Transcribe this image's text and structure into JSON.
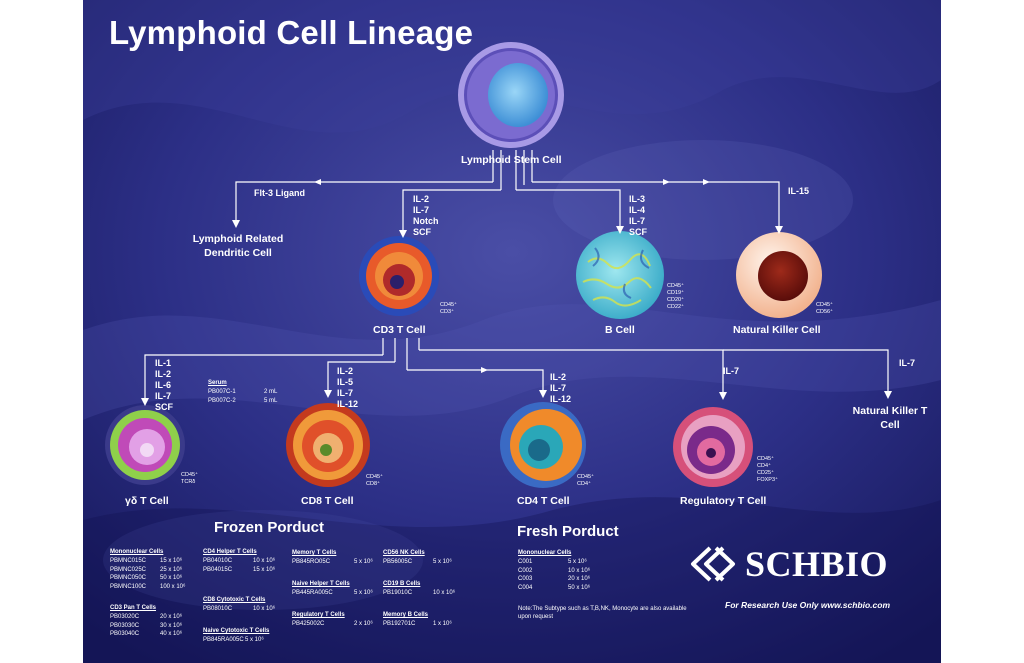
{
  "title": "Lymphoid Cell Lineage",
  "colors": {
    "background": "#1c1f6e",
    "text": "#ffffff",
    "arrow": "#ffffff"
  },
  "nodes": {
    "stem": {
      "label": "Lymphoid Stem Cell"
    },
    "dendritic": {
      "label": "Lymphoid Related Dendritic Cell"
    },
    "cd3": {
      "label": "CD3 T Cell",
      "markers": [
        "CD45⁺",
        "CD3⁺"
      ]
    },
    "b_cell": {
      "label": "B Cell",
      "markers": [
        "CD45⁺",
        "CD19⁺",
        "CD20⁺",
        "CD22⁺"
      ]
    },
    "nk": {
      "label": "Natural Killer Cell",
      "markers": [
        "CD45⁺",
        "CD56⁺"
      ]
    },
    "gd": {
      "label": "γδ T Cell",
      "markers": [
        "CD45⁺",
        "TCRδ"
      ]
    },
    "cd8": {
      "label": "CD8 T Cell",
      "markers": [
        "CD45⁺",
        "CD8⁺"
      ]
    },
    "cd4": {
      "label": "CD4 T Cell",
      "markers": [
        "CD45⁺",
        "CD4⁺"
      ]
    },
    "treg": {
      "label": "Regulatory T Cell",
      "markers": [
        "CD45⁺",
        "CD4⁺",
        "CD25⁺",
        "FOXP3⁺"
      ]
    },
    "nkt": {
      "label": "Natural Killer T Cell"
    }
  },
  "cytokines": {
    "flt3": "Flt-3 Ligand",
    "cd3": "IL-2\nIL-7\nNotch\nSCF",
    "b_cell": "IL-3\nIL-4\nIL-7\nSCF",
    "nk": "IL-15",
    "gd": "IL-1\nIL-2\nIL-6\nIL-7\nSCF",
    "cd8": "IL-2\nIL-5\nIL-7\nIL-12",
    "cd4": "IL-2\nIL-7\nIL-12",
    "treg": "IL-7",
    "nkt": "IL-7"
  },
  "serum": {
    "title": "Serum",
    "items": [
      {
        "code": "PB007C-1",
        "qty": "2 mL"
      },
      {
        "code": "PB007C-2",
        "qty": "5 mL"
      }
    ]
  },
  "frozen": {
    "title": "Frozen Porduct",
    "groups": [
      {
        "title": "Mononuclear Cells",
        "items": [
          {
            "code": "PBMNC015C",
            "qty": "15 x 10⁶"
          },
          {
            "code": "PBMNC025C",
            "qty": "25 x 10⁶"
          },
          {
            "code": "PBMNC050C",
            "qty": "50 x 10⁶"
          },
          {
            "code": "PBMNC100C",
            "qty": "100 x 10⁶"
          }
        ]
      },
      {
        "title": "CD3 Pan T Cells",
        "items": [
          {
            "code": "PB03020C",
            "qty": "20 x 10⁶"
          },
          {
            "code": "PB03030C",
            "qty": "30 x 10⁶"
          },
          {
            "code": "PB03040C",
            "qty": "40 x 10⁶"
          }
        ]
      },
      {
        "title": "CD4 Helper T Cells",
        "items": [
          {
            "code": "PB04010C",
            "qty": "10 x 10⁶"
          },
          {
            "code": "PB04015C",
            "qty": "15 x 10⁶"
          }
        ]
      },
      {
        "title": "CD8 Cytotoxic T Cells",
        "items": [
          {
            "code": "PB08010C",
            "qty": "10 x 10⁶"
          }
        ]
      },
      {
        "title": "Naive Cytotoxic T Cells",
        "items": [
          {
            "code": "PB845RA005C",
            "qty": "5 x 10⁶"
          }
        ]
      },
      {
        "title": "Memory T Cells",
        "items": [
          {
            "code": "PB845RO05C",
            "qty": "5 x 10⁶"
          }
        ]
      },
      {
        "title": "Naive Helper T Cells",
        "items": [
          {
            "code": "PB445RA005C",
            "qty": "5 x 10⁶"
          }
        ]
      },
      {
        "title": "Regulatory T Cells",
        "items": [
          {
            "code": "PB425002C",
            "qty": "2 x 10⁶"
          }
        ]
      },
      {
        "title": "CD56 NK Cells",
        "items": [
          {
            "code": "PB56005C",
            "qty": "5 x 10⁶"
          }
        ]
      },
      {
        "title": "CD19 B Cells",
        "items": [
          {
            "code": "PB19010C",
            "qty": "10 x 10⁶"
          }
        ]
      },
      {
        "title": "Memory B Cells",
        "items": [
          {
            "code": "PB192701C",
            "qty": "1 x 10⁶"
          }
        ]
      }
    ]
  },
  "fresh": {
    "title": "Fresh Porduct",
    "groups": [
      {
        "title": "Mononuclear Cells",
        "items": [
          {
            "code": "C001",
            "qty": "5  x 10⁶"
          },
          {
            "code": "C002",
            "qty": "10 x 10⁶"
          },
          {
            "code": "C003",
            "qty": "20 x 10⁶"
          },
          {
            "code": "C004",
            "qty": "50  x 10⁶"
          }
        ]
      }
    ],
    "note": "Note:The Subtype such as T,B,NK, Monocyte are also available upon request"
  },
  "brand": {
    "name": "SCHBIO",
    "tagline": "For Research Use Only www.schbio.com"
  }
}
